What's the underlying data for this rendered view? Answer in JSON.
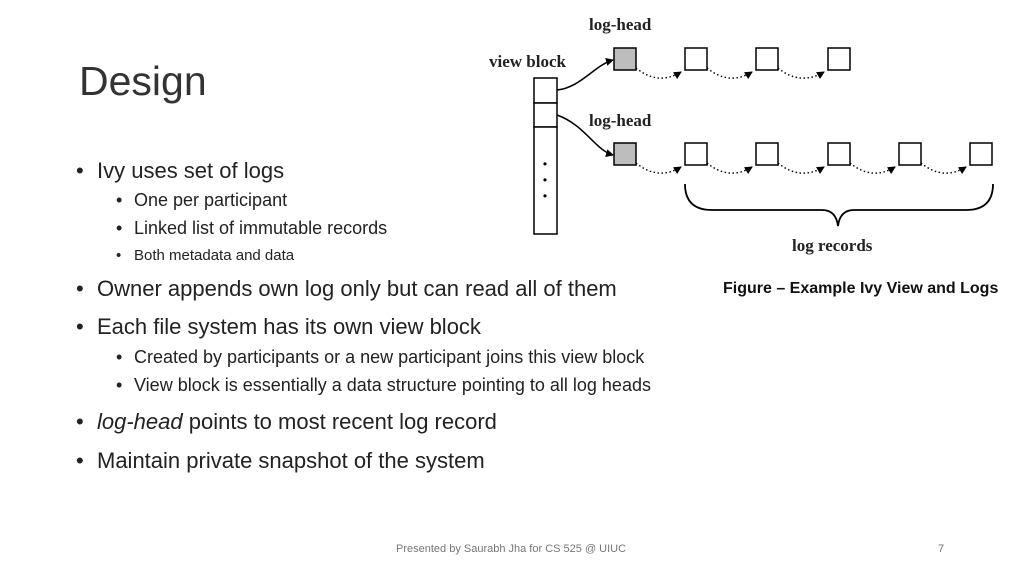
{
  "slide": {
    "title": "Design",
    "bullets": [
      {
        "level": 1,
        "text": "Ivy uses set of logs"
      },
      {
        "level": 2,
        "text": "One per participant"
      },
      {
        "level": 2,
        "text": "Linked list of immutable records"
      },
      {
        "level": 2,
        "text": "Both metadata and data"
      },
      {
        "level": 1,
        "text": "Owner appends own log only but can read all of them"
      },
      {
        "level": 1,
        "text": "Each file system has its own view block"
      },
      {
        "level": 2,
        "text": "Created by participants or a new participant joins this view block"
      },
      {
        "level": 2,
        "text": "View block is essentially a data structure pointing to all log heads"
      },
      {
        "level": 1,
        "italic": "log-head",
        "text": " points to most recent log record"
      },
      {
        "level": 1,
        "text": "Maintain private snapshot of the system"
      }
    ],
    "bullet_char": "•",
    "figure": {
      "caption": "Figure – Example Ivy View and Logs",
      "labels": {
        "log_head_top": "log-head",
        "log_head_bottom": "log-head",
        "view_block": "view block",
        "log_records": "log records"
      },
      "view_block_dots": "•"
    },
    "footer": "Presented by Saurabh Jha for CS 525 @ UIUC",
    "page_number": "7"
  },
  "colors": {
    "head_fill": "#bdbdbd",
    "text": "#222222"
  }
}
